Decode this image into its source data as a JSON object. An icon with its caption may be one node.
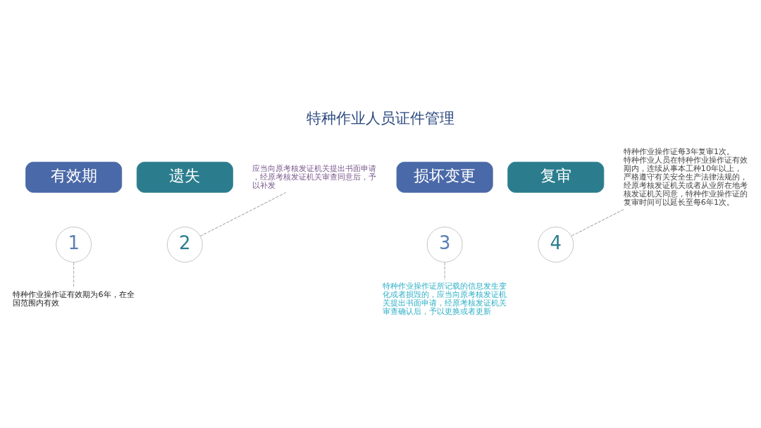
{
  "diagram": {
    "title": "特种作业人员证件管理",
    "nodes": [
      {
        "text": [
          "有效期"
        ]
      },
      {
        "text": [
          "1"
        ]
      },
      {
        "text": [
          "特种作业操作证有效期为6年，在全国范围内有效"
        ]
      },
      {
        "text": [
          "遗失"
        ]
      },
      {
        "text": [
          "2"
        ]
      },
      {
        "text": [
          "应当向原考核发证机关提出书面申请，经原考核发证机关审查同意后，予以补发"
        ]
      },
      {
        "text": [
          "损坏变更"
        ]
      },
      {
        "text": [
          "3"
        ]
      },
      {
        "text": [
          "特种作业操作证所记载的信息发生变化或者损毁的，应当向原考核发证机关提出书面申请，经原考核发证机关审查确认后，予以更换或者更新"
        ]
      },
      {
        "text": [
          "复审"
        ]
      },
      {
        "text": [
          "4"
        ]
      },
      {
        "text": [
          "特种作业操作证每3年复审1次。",
          "特种作业人员在特种作业操作证有效期内，连续从事本工种10年以上，严格遵守有关安全生产法律法规的，经原考核发证机关或者从业所在地考核发证机关同意，特种作业操作证的复审时间可以延长至每6年1次。"
        ]
      }
    ],
    "edges": [
      {
        "from": 1,
        "to": 2,
        "arrow": "none"
      },
      {
        "from": 4,
        "to": 5,
        "arrow": "none"
      },
      {
        "from": 7,
        "to": 8,
        "arrow": "none"
      },
      {
        "from": 10,
        "to": 11,
        "arrow": "none"
      }
    ]
  }
}
